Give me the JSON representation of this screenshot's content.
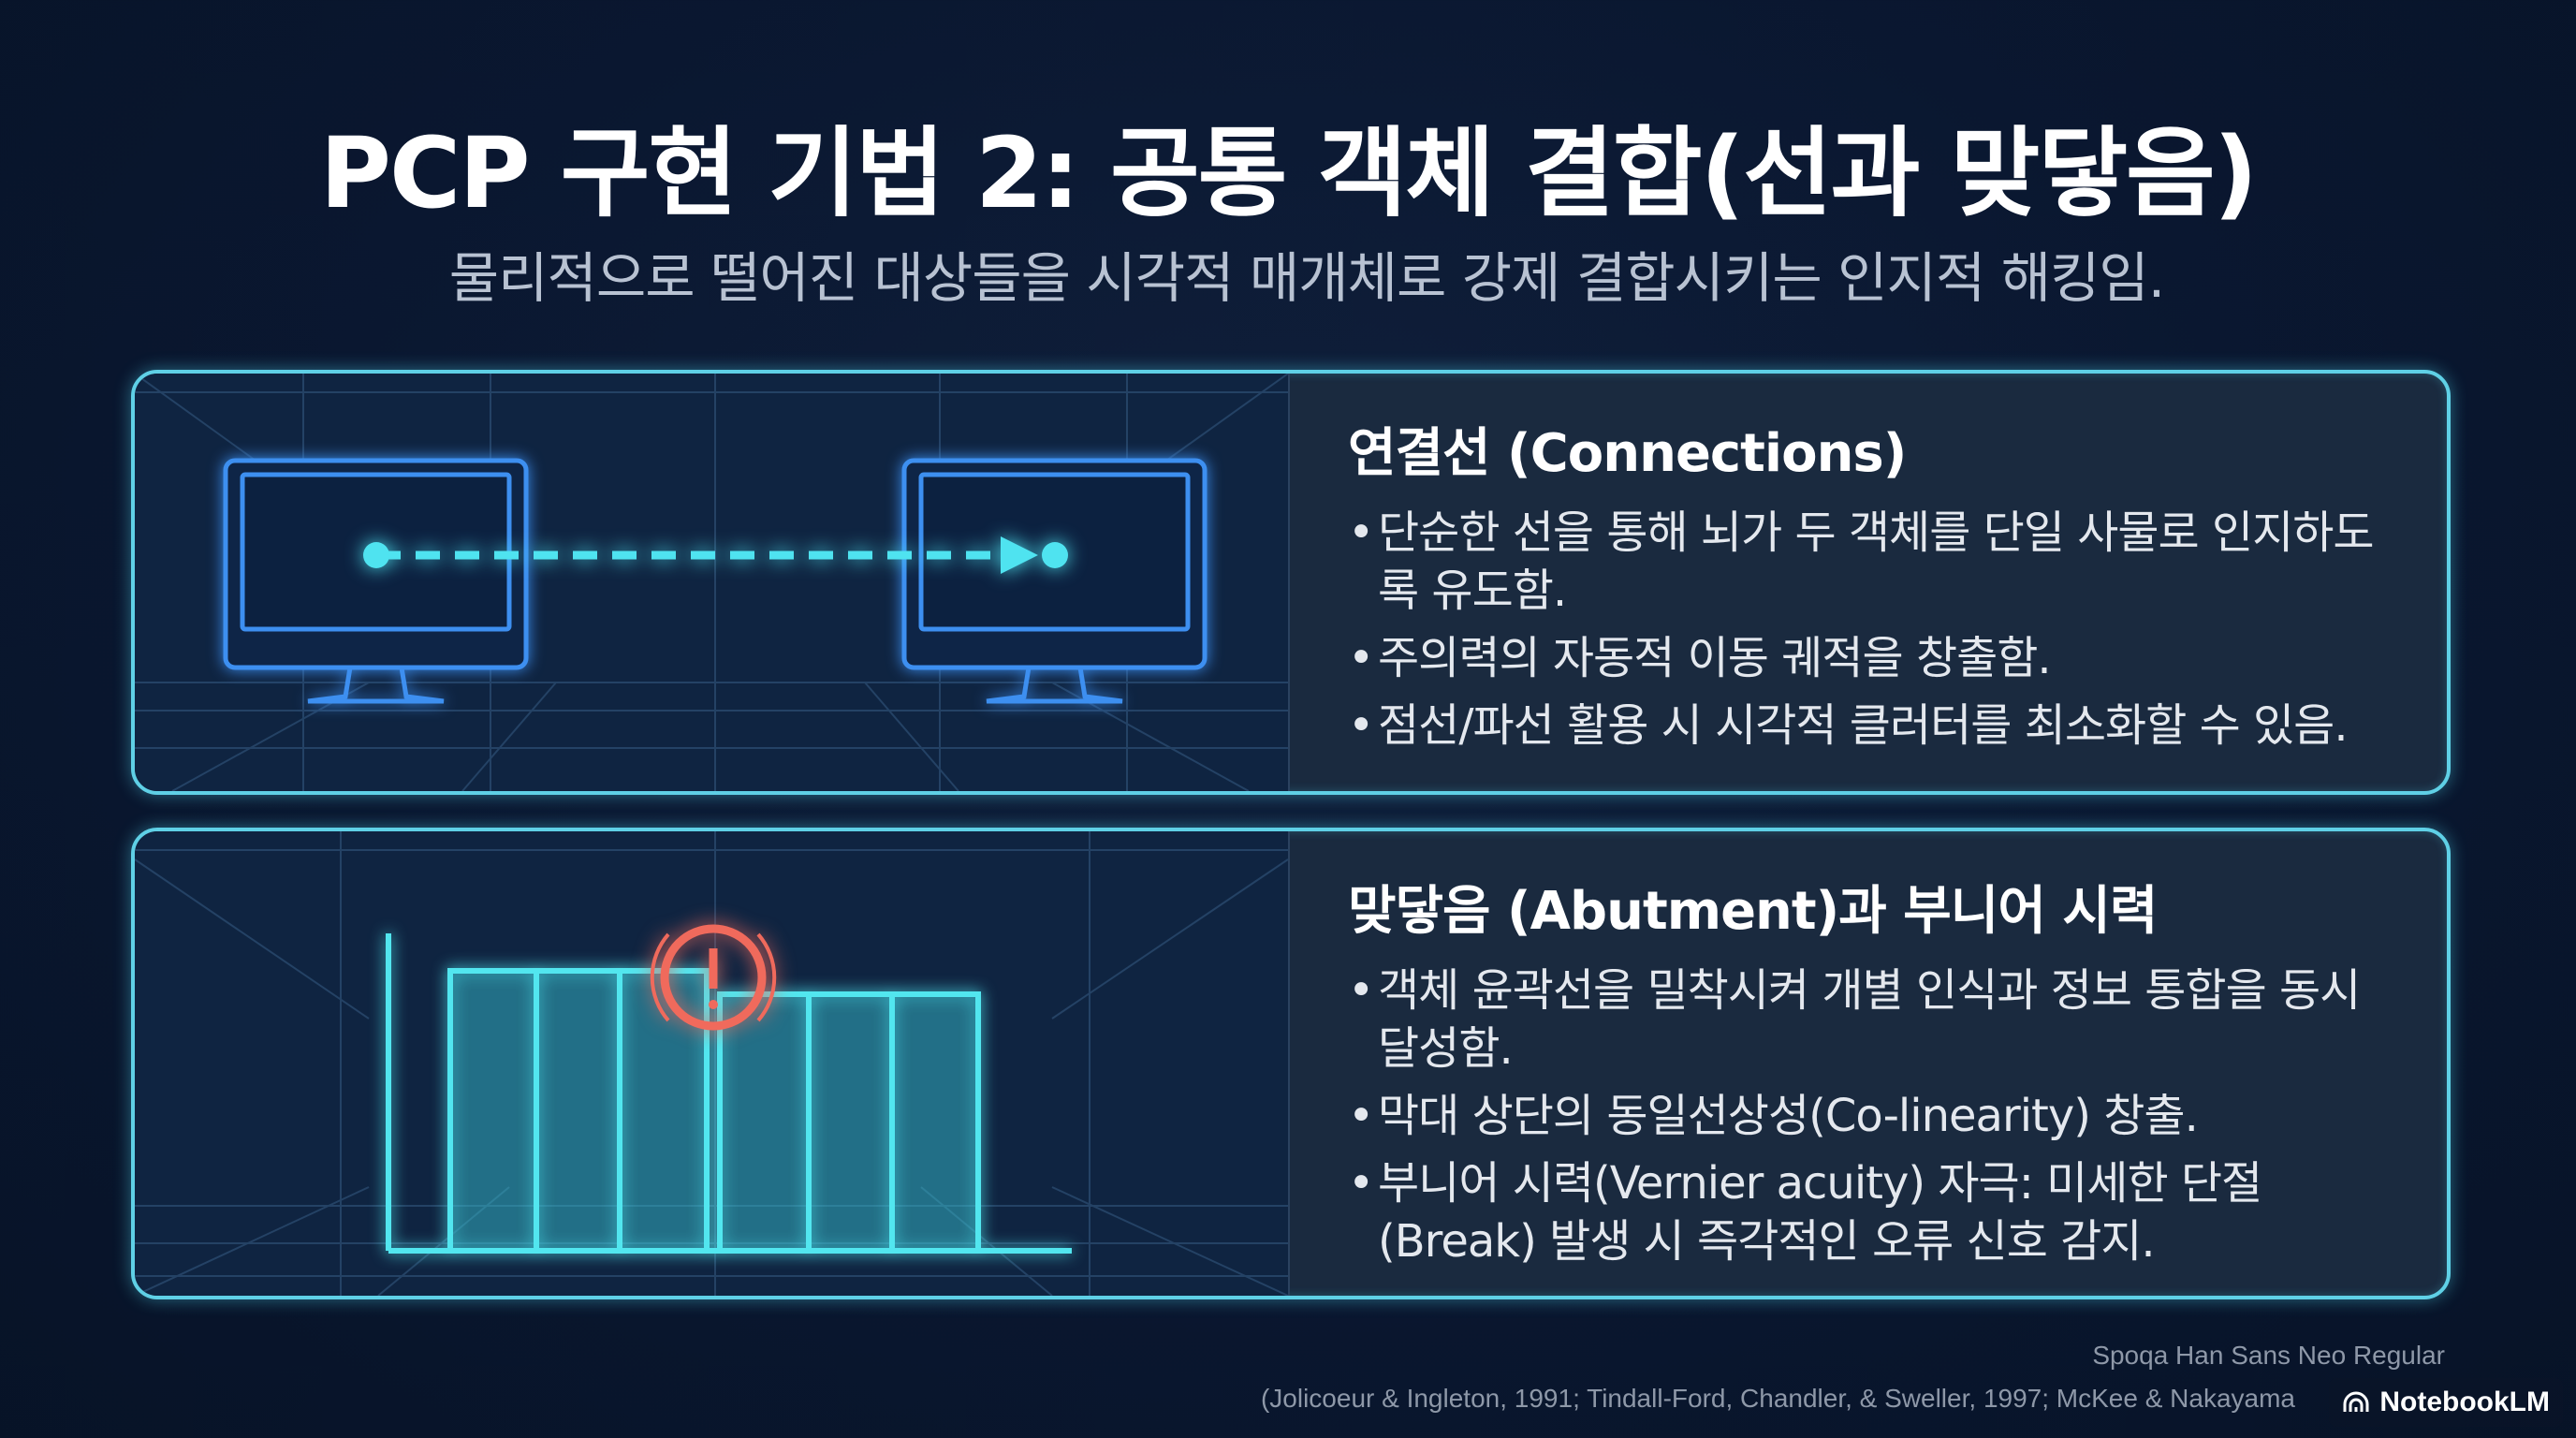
{
  "slide": {
    "title": "PCP 구현 기법 2: 공통 객체 결합(선과 맞닿음)",
    "subtitle": "물리적으로 떨어진 대상들을 시각적 매개체로 강제 결합시키는 인지적 해킹임."
  },
  "panels": [
    {
      "heading": "연결선 (Connections)",
      "bullets": [
        "단순한 선을 통해 뇌가 두 객체를 단일 사물로 인지하도록 유도함.",
        "주의력의 자동적 이동 궤적을 창출함.",
        "점선/파선 활용 시 시각적 클러터를 최소화할 수 있음."
      ],
      "illustration_icons": [
        "monitor-icon",
        "dashed-arrow-icon",
        "monitor-icon"
      ]
    },
    {
      "heading": "맞닿음 (Abutment)과 부니어 시력",
      "bullets": [
        "객체 윤곽선을 밀착시켜 개별 인식과 정보 통합을 동시 달성함.",
        "막대 상단의 동일선상성(Co-linearity) 창출.",
        "부니어 시력(Vernier acuity) 자극: 미세한 단절(Break) 발생 시 즉각적인 오류 신호 감지."
      ],
      "illustration_icons": [
        "abutting-bars-icon",
        "alert-icon"
      ]
    }
  ],
  "footer": {
    "font_note": "Spoqa Han Sans Neo Regular",
    "citation": "(Jolicoeur & Ingleton, 1991; Tindall-Ford, Chandler, & Sweller, 1997; McKee & Nakayama",
    "brand": "NotebookLM"
  },
  "colors": {
    "background": "#0a1730",
    "accent": "#5fd0e6",
    "alert": "#f06a5c"
  }
}
